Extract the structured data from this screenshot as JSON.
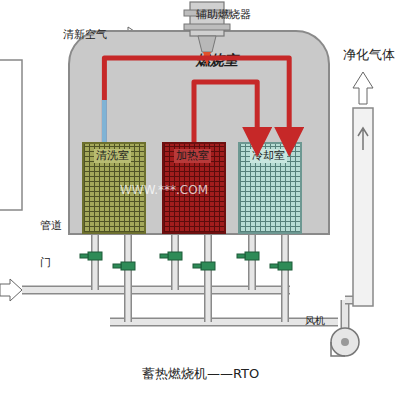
{
  "diagram": {
    "caption": "蓄热燃烧机——RTO",
    "nodes": [
      {
        "text": [
          "燃烧室"
        ]
      },
      {
        "text": [
          "清洗室"
        ],
        "in": 0
      },
      {
        "text": [
          "加热室"
        ],
        "in": 0
      },
      {
        "text": [
          "冷却室"
        ],
        "in": 0
      }
    ],
    "edges": [
      {
        "from": 1,
        "to": 3,
        "arrow": "to"
      },
      {
        "from": 2,
        "to": 3,
        "arrow": "to"
      }
    ],
    "labels": [
      "辅助燃烧器",
      "清新空气",
      "净化气体",
      "管道",
      "门",
      "风机",
      "WWW.***.COM"
    ]
  }
}
